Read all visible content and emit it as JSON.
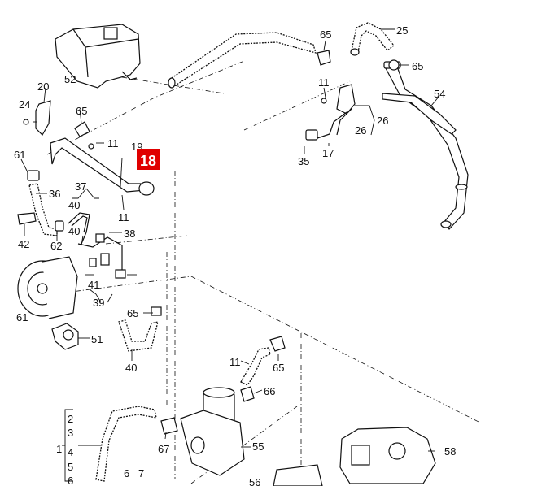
{
  "highlight": {
    "label": "18",
    "color": "#e00000"
  },
  "callouts": [
    {
      "id": "c1",
      "label": "1"
    },
    {
      "id": "c2",
      "label": "2"
    },
    {
      "id": "c3",
      "label": "3"
    },
    {
      "id": "c4",
      "label": "4"
    },
    {
      "id": "c5",
      "label": "5"
    },
    {
      "id": "c6a",
      "label": "6"
    },
    {
      "id": "c6b",
      "label": "6"
    },
    {
      "id": "c7",
      "label": "7"
    },
    {
      "id": "c11a",
      "label": "11"
    },
    {
      "id": "c11b",
      "label": "11"
    },
    {
      "id": "c11c",
      "label": "11"
    },
    {
      "id": "c11d",
      "label": "11"
    },
    {
      "id": "c17",
      "label": "17"
    },
    {
      "id": "c19",
      "label": "19"
    },
    {
      "id": "c20",
      "label": "20"
    },
    {
      "id": "c24",
      "label": "24"
    },
    {
      "id": "c25",
      "label": "25"
    },
    {
      "id": "c26a",
      "label": "26"
    },
    {
      "id": "c26b",
      "label": "26"
    },
    {
      "id": "c35",
      "label": "35"
    },
    {
      "id": "c36",
      "label": "36"
    },
    {
      "id": "c37",
      "label": "37"
    },
    {
      "id": "c38",
      "label": "38"
    },
    {
      "id": "c39",
      "label": "39"
    },
    {
      "id": "c40a",
      "label": "40"
    },
    {
      "id": "c40b",
      "label": "40"
    },
    {
      "id": "c40c",
      "label": "40"
    },
    {
      "id": "c41",
      "label": "41"
    },
    {
      "id": "c42",
      "label": "42"
    },
    {
      "id": "c51",
      "label": "51"
    },
    {
      "id": "c52",
      "label": "52"
    },
    {
      "id": "c54",
      "label": "54"
    },
    {
      "id": "c55",
      "label": "55"
    },
    {
      "id": "c56",
      "label": "56"
    },
    {
      "id": "c58",
      "label": "58"
    },
    {
      "id": "c61a",
      "label": "61"
    },
    {
      "id": "c61b",
      "label": "61"
    },
    {
      "id": "c62",
      "label": "62"
    },
    {
      "id": "c65a",
      "label": "65"
    },
    {
      "id": "c65b",
      "label": "65"
    },
    {
      "id": "c65c",
      "label": "65"
    },
    {
      "id": "c65d",
      "label": "65"
    },
    {
      "id": "c65e",
      "label": "65"
    },
    {
      "id": "c66",
      "label": "66"
    },
    {
      "id": "c67",
      "label": "67"
    }
  ]
}
